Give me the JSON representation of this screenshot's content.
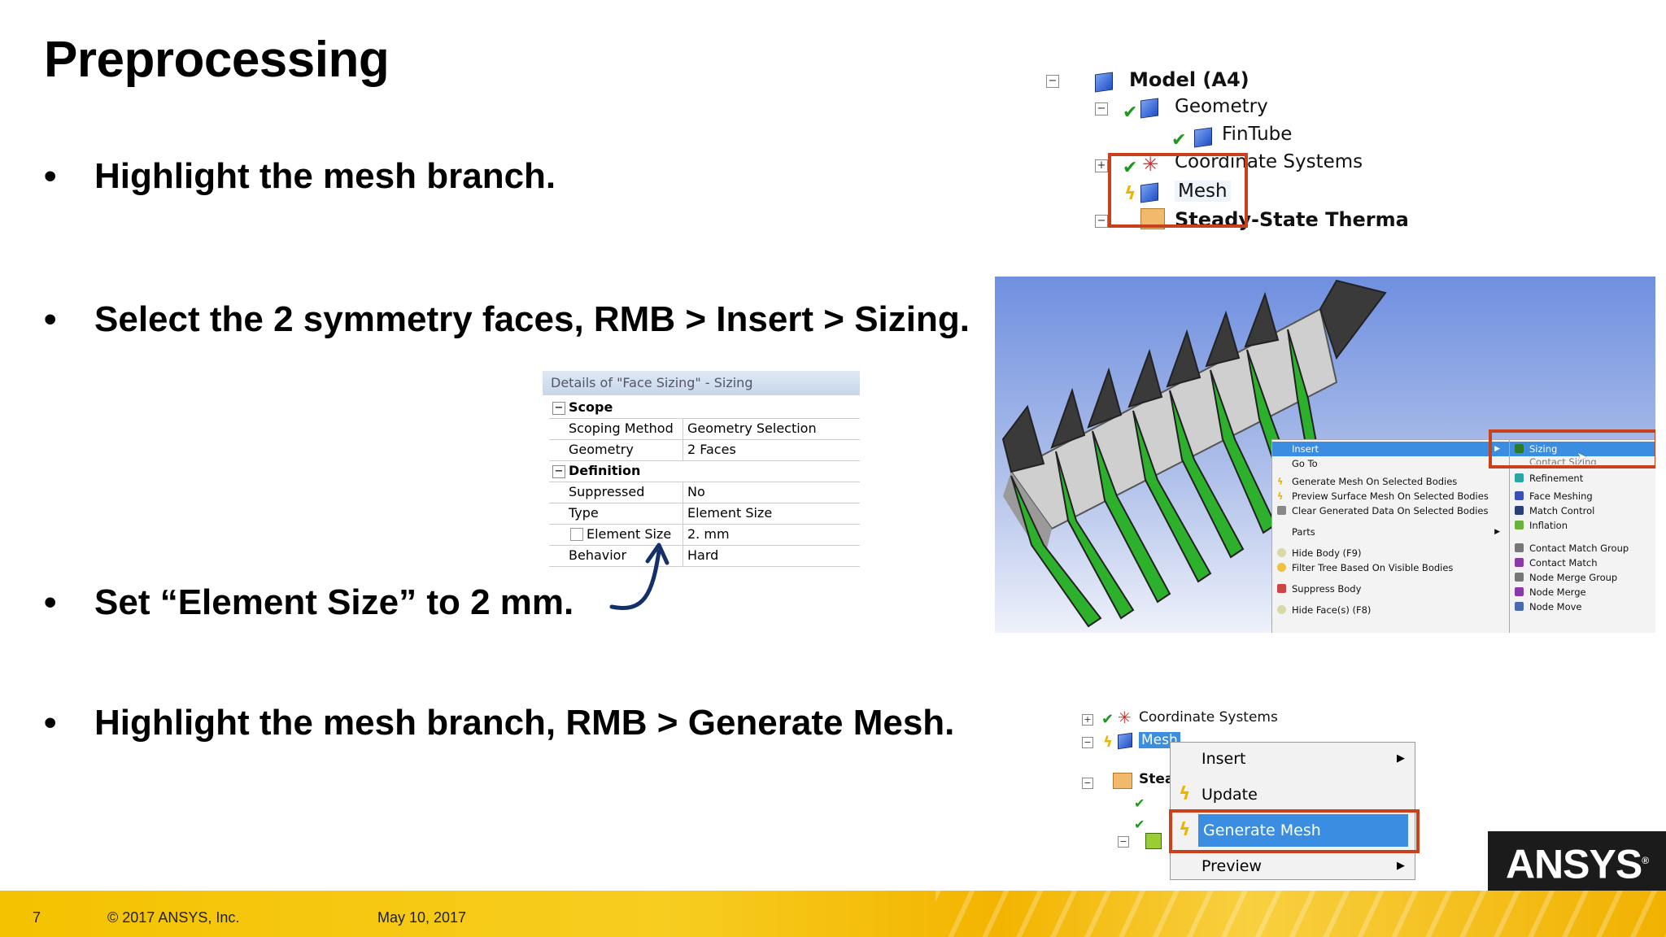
{
  "slide": {
    "title": "Preprocessing",
    "bullets": [
      "Highlight the mesh branch.",
      "Select the 2 symmetry faces, RMB > Insert > Sizing.",
      "Set “Element Size” to 2 mm.",
      "Highlight the mesh branch, RMB > Generate Mesh."
    ],
    "bullet_char": "•"
  },
  "tree_top": {
    "items": [
      "Model (A4)",
      "Geometry",
      "FinTube",
      "Coordinate Systems",
      "Mesh",
      "Steady-State Therma"
    ]
  },
  "details": {
    "header": "Details of \"Face Sizing\" - Sizing",
    "groups": [
      {
        "name": "Scope",
        "rows": [
          [
            "Scoping Method",
            "Geometry Selection"
          ],
          [
            "Geometry",
            "2 Faces"
          ]
        ]
      },
      {
        "name": "Definition",
        "rows": [
          [
            "Suppressed",
            "No"
          ],
          [
            "Type",
            "Element Size"
          ],
          [
            "Element Size",
            "2. mm"
          ],
          [
            "Behavior",
            "Hard"
          ]
        ]
      }
    ]
  },
  "view_menu_left": {
    "items": [
      "Insert",
      "Go To",
      "Generate Mesh On Selected Bodies",
      "Preview Surface Mesh On Selected Bodies",
      "Clear Generated Data On Selected Bodies",
      "Parts",
      "Hide Body (F9)",
      "Filter Tree Based On Visible Bodies",
      "Suppress Body",
      "Hide Face(s) (F8)"
    ]
  },
  "view_menu_right": {
    "items": [
      "Sizing",
      "Contact Sizing",
      "Refinement",
      "Face Meshing",
      "Match Control",
      "Inflation",
      "Contact Match Group",
      "Contact Match",
      "Node Merge Group",
      "Node Merge",
      "Node Move"
    ]
  },
  "tree_bottom": {
    "items": [
      "Coordinate Systems",
      "Mesh",
      "Stea"
    ]
  },
  "context_menu": {
    "items": [
      "Insert",
      "Update",
      "Generate Mesh",
      "Preview"
    ]
  },
  "footer": {
    "page": "7",
    "copyright": "© 2017 ANSYS, Inc.",
    "date": "May 10, 2017"
  },
  "logo": {
    "text": "ANSYS",
    "mark": "®"
  },
  "colors": {
    "highlight_box": "#c8401c",
    "selection": "#3a8de0",
    "footer": "#f4c200",
    "fins": "#2db12d"
  }
}
